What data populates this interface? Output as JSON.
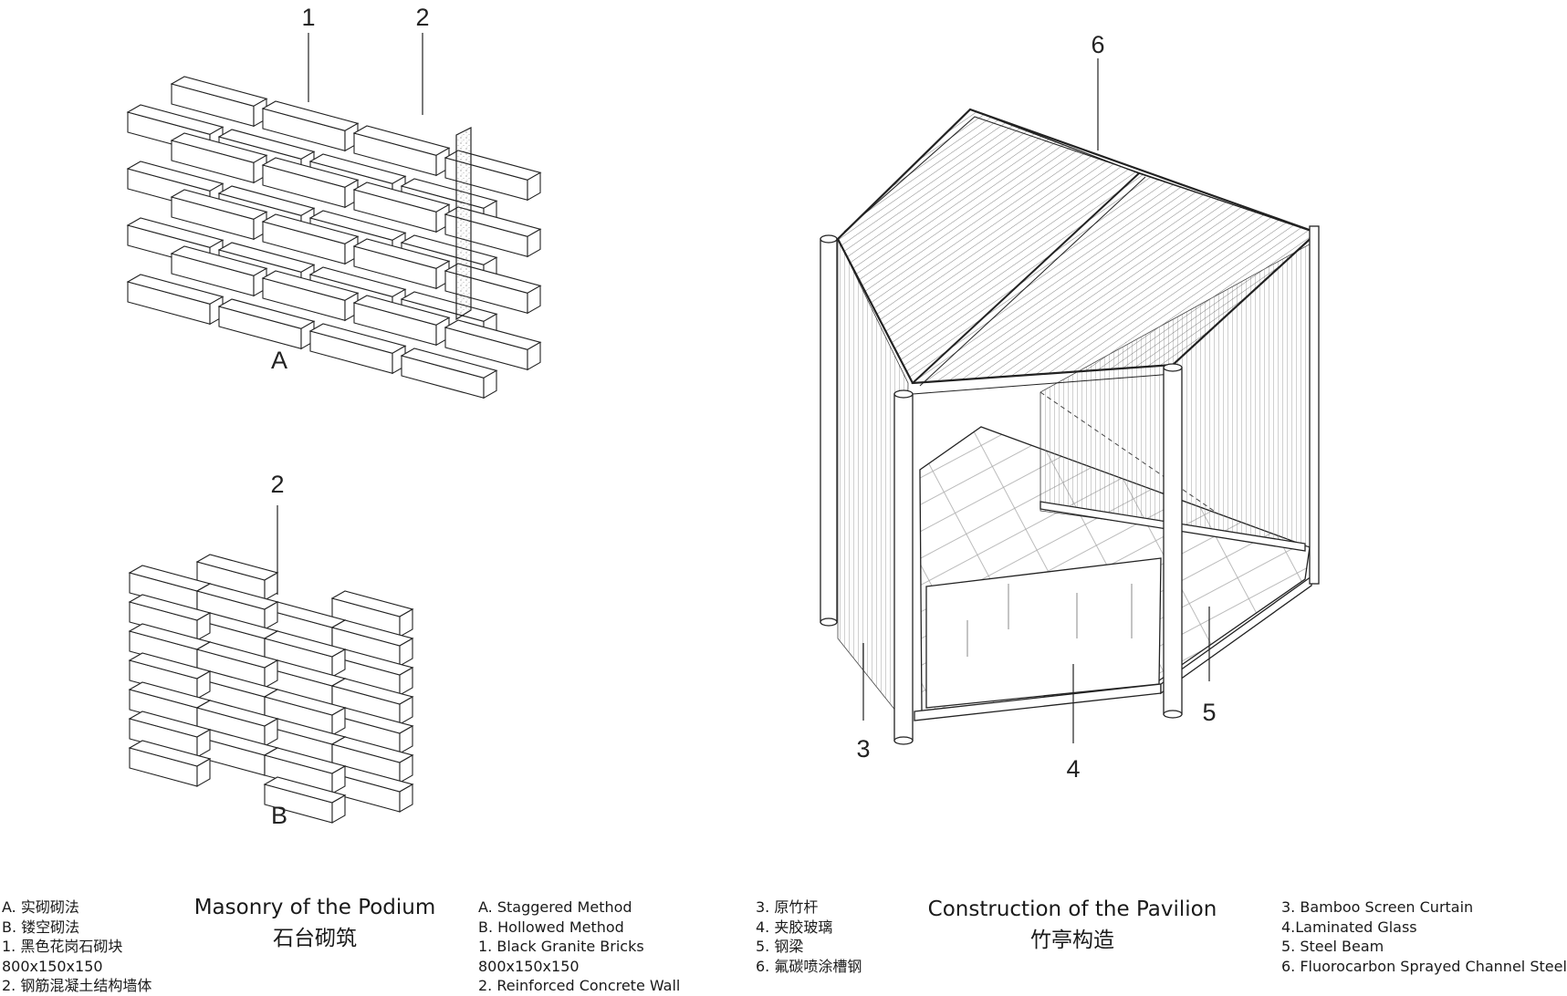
{
  "labels": {
    "a_1": "1",
    "a_2": "2",
    "a_caption": "A",
    "b_2": "2",
    "b_caption": "B",
    "p_6": "6",
    "p_3": "3",
    "p_4": "4",
    "p_5": "5"
  },
  "podium": {
    "title_en": "Masonry of the Podium",
    "title_zh": "石台砌筑",
    "legend_zh": [
      "A. 实砌砌法",
      "B. 镂空砌法",
      "1. 黑色花岗石砌块",
      "800x150x150",
      "2. 钢筋混凝土结构墙体"
    ],
    "legend_en": [
      "A. Staggered Method",
      "B. Hollowed Method",
      "1. Black Granite Bricks",
      "800x150x150",
      "2. Reinforced Concrete Wall"
    ]
  },
  "pavilion": {
    "title_en": "Construction of the Pavilion",
    "title_zh": "竹亭构造",
    "legend_zh": [
      "3. 原竹杆",
      "4. 夹胶玻璃",
      "5. 钢梁",
      "6. 氟碳喷涂槽钢"
    ],
    "legend_en": [
      "3. Bamboo Screen Curtain",
      "4.Laminated Glass",
      "5. Steel Beam",
      "6. Fluorocarbon Sprayed Channel Steel"
    ]
  }
}
